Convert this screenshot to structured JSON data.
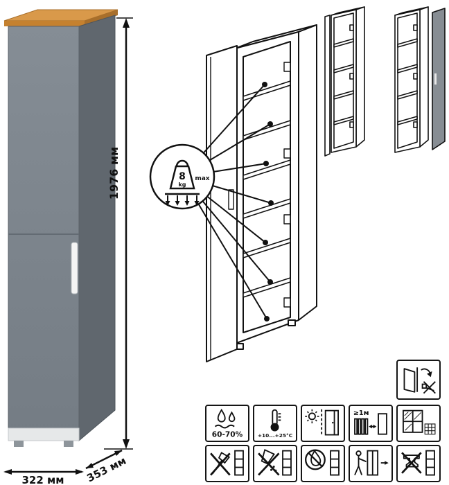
{
  "dimensions": {
    "height": "1976 мм",
    "width": "322 мм",
    "depth": "353 мм"
  },
  "load_callout": {
    "weight": "8",
    "unit": "kg",
    "qualifier": "max"
  },
  "care": {
    "humidity": "60-70%",
    "temperature": "+10...+25°C",
    "distance": "≥1м"
  },
  "icons": {
    "door_adjustment": "door-adjustment-icon",
    "humidity": "humidity-drops-icon",
    "temperature": "thermometer-icon",
    "sunlight": "keep-from-sunlight-icon",
    "distance": "keep-distance-from-heater-icon",
    "ventilation": "ventilated-room-icon",
    "no_impact": "no-impact-axe-icon",
    "no_spill": "no-liquids-icon",
    "no_heat": "no-open-flame-icon",
    "moving": "carry-do-not-drag-icon",
    "no_heavy": "no-heavy-load-anvil-icon"
  },
  "colors": {
    "cabinet_front": "#7e868e",
    "cabinet_side": "#60676e",
    "cabinet_top_wood": "#d9994a",
    "handle": "#f4f4f4",
    "variant_door": "#878d93",
    "line_art": "#111111"
  }
}
